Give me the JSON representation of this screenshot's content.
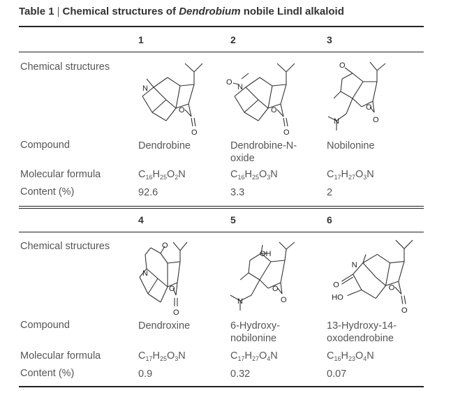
{
  "title": {
    "label": "Table 1",
    "separator": "|",
    "pre": "Chemical structures of ",
    "italic": "Dendrobium",
    "post": " nobile Lindl alkaloid"
  },
  "row_labels": {
    "structures": "Chemical structures",
    "compound": "Compound",
    "formula": "Molecular formula",
    "content": "Content (%)"
  },
  "blocks": [
    {
      "columns": [
        {
          "num": "1",
          "compound": "Dendrobine",
          "formula": [
            [
              "C",
              "16"
            ],
            [
              "H",
              "25"
            ],
            [
              "O",
              "2"
            ],
            [
              "N",
              ""
            ]
          ],
          "content": "92.6",
          "atoms": [
            "N",
            "O",
            "O"
          ]
        },
        {
          "num": "2",
          "compound": "Dendrobine-N-oxide",
          "formula": [
            [
              "C",
              "16"
            ],
            [
              "H",
              "25"
            ],
            [
              "O",
              "3"
            ],
            [
              "N",
              ""
            ]
          ],
          "content": "3.3",
          "atoms": [
            "O",
            "N",
            "O",
            "O"
          ]
        },
        {
          "num": "3",
          "compound": "Nobilonine",
          "formula": [
            [
              "C",
              "17"
            ],
            [
              "H",
              "27"
            ],
            [
              "O",
              "3"
            ],
            [
              "N",
              ""
            ]
          ],
          "content": "2",
          "atoms": [
            "O",
            "N",
            "O",
            "O"
          ]
        }
      ]
    },
    {
      "columns": [
        {
          "num": "4",
          "compound": "Dendroxine",
          "formula": [
            [
              "C",
              "17"
            ],
            [
              "H",
              "25"
            ],
            [
              "O",
              "3"
            ],
            [
              "N",
              ""
            ]
          ],
          "content": "0.9",
          "atoms": [
            "N",
            "O",
            "O",
            "O"
          ]
        },
        {
          "num": "5",
          "compound": "6-Hydroxy-nobilonine",
          "formula": [
            [
              "C",
              "17"
            ],
            [
              "H",
              "27"
            ],
            [
              "O",
              "4"
            ],
            [
              "N",
              ""
            ]
          ],
          "content": "0.32",
          "atoms": [
            "OH",
            "N",
            "O",
            "O"
          ]
        },
        {
          "num": "6",
          "compound": "13-Hydroxy-14-oxodendrobine",
          "formula": [
            [
              "C",
              "16"
            ],
            [
              "H",
              "23"
            ],
            [
              "O",
              "4"
            ],
            [
              "N",
              ""
            ]
          ],
          "content": "0.07",
          "atoms": [
            "N",
            "O",
            "HO",
            "O",
            "O"
          ]
        }
      ]
    }
  ]
}
